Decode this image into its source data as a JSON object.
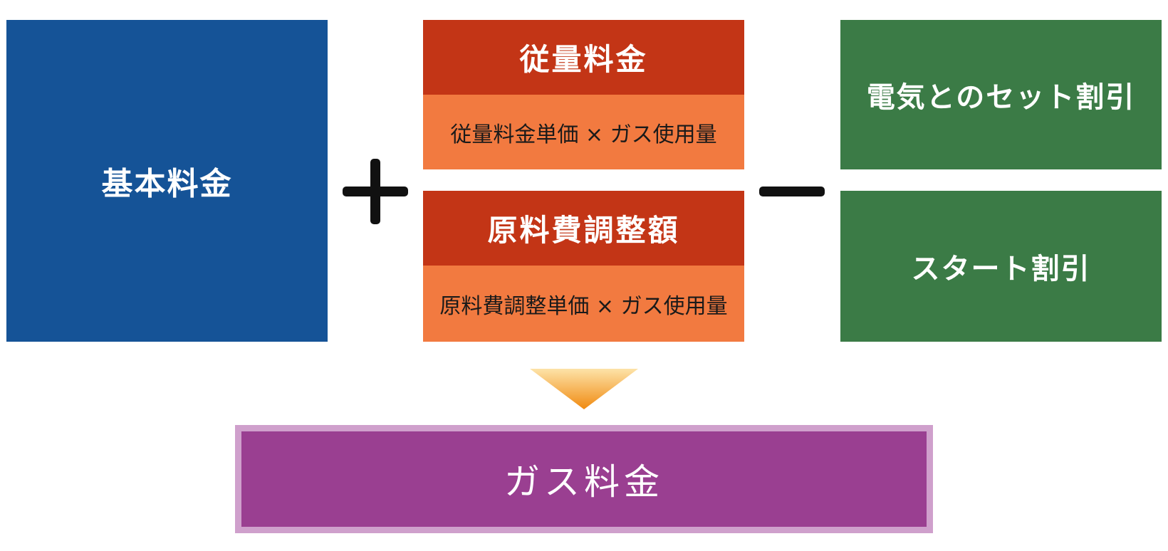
{
  "base_fee": {
    "label": "基本料金"
  },
  "unit_fee": {
    "title": "従量料金",
    "formula": "従量料金単価 × ガス使用量"
  },
  "fuel_adjustment": {
    "title": "原料費調整額",
    "formula": "原料費調整単価 × ガス使用量"
  },
  "discounts": {
    "set_discount": "電気とのセット割引",
    "start_discount": "スタート割引"
  },
  "result": {
    "label": "ガス料金"
  },
  "colors": {
    "base": "#155397",
    "charge_header": "#c33516",
    "charge_formula": "#f27a40",
    "discount": "#3b7b46",
    "result": "#9a3f91",
    "result_border": "#cfa0cc",
    "arrow_top": "#fde3a8",
    "arrow_bottom": "#f08a10"
  }
}
